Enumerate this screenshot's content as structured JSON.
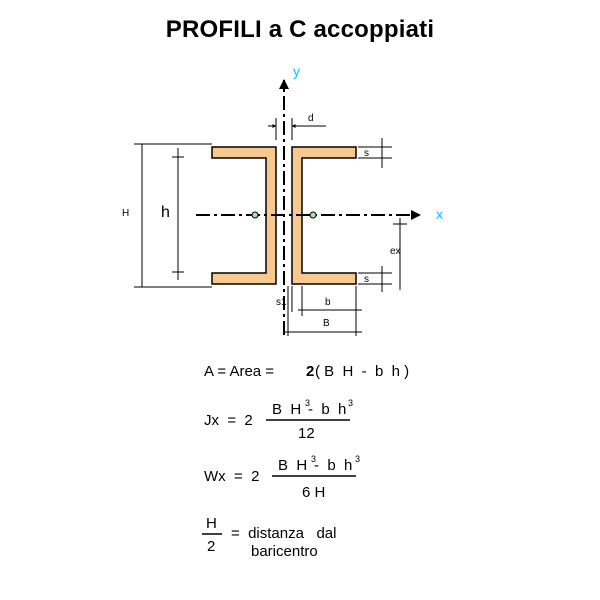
{
  "title": "PROFILI a C accoppiati",
  "colors": {
    "profile_fill": "#f8c890",
    "axis_label": "#00c8ff",
    "line": "#000000"
  },
  "diagram": {
    "axis_y": "y",
    "axis_x": "x",
    "H": "H",
    "h": "h",
    "d": "d",
    "s_top": "s",
    "s_bottom": "s",
    "ex": "ex",
    "s1": "s1",
    "b": "b",
    "B": "B"
  },
  "formulas": {
    "area": {
      "lhs": "A = Area =",
      "coef": "2",
      "expr": "( B  H  -  b  h )"
    },
    "jx": {
      "lhs": "Jx  =  2",
      "num_a": "B  H",
      "exp1": "3",
      "num_b": "-  b  h",
      "exp2": "3",
      "den": "12"
    },
    "wx": {
      "lhs": "Wx  =  2",
      "num_a": "B  H",
      "exp1": "3",
      "num_b": "-  b  h",
      "exp2": "3",
      "den": "6 H"
    },
    "dist": {
      "num": "H",
      "den": "2",
      "text1": "=  distanza   dal",
      "text2": "baricentro"
    }
  }
}
